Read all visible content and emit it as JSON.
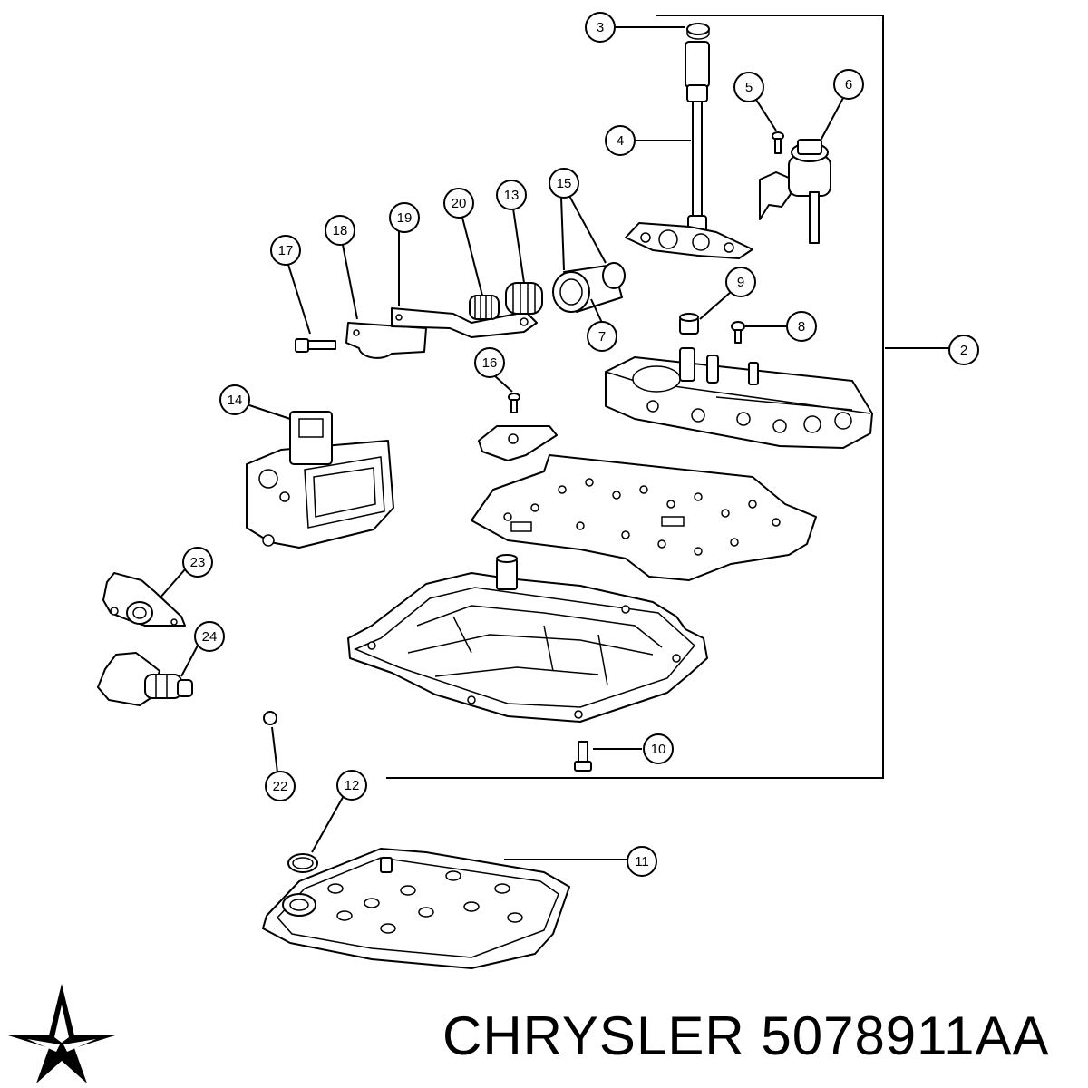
{
  "callouts": [
    {
      "id": "c3",
      "label": "3"
    },
    {
      "id": "c4",
      "label": "4"
    },
    {
      "id": "c5",
      "label": "5"
    },
    {
      "id": "c6",
      "label": "6"
    },
    {
      "id": "c20",
      "label": "20"
    },
    {
      "id": "c13",
      "label": "13"
    },
    {
      "id": "c15",
      "label": "15"
    },
    {
      "id": "c19",
      "label": "19"
    },
    {
      "id": "c18",
      "label": "18"
    },
    {
      "id": "c17",
      "label": "17"
    },
    {
      "id": "c9",
      "label": "9"
    },
    {
      "id": "c8",
      "label": "8"
    },
    {
      "id": "c7",
      "label": "7"
    },
    {
      "id": "c2",
      "label": "2"
    },
    {
      "id": "c16",
      "label": "16"
    },
    {
      "id": "c14",
      "label": "14"
    },
    {
      "id": "c23",
      "label": "23"
    },
    {
      "id": "c24",
      "label": "24"
    },
    {
      "id": "c10",
      "label": "10"
    },
    {
      "id": "c22",
      "label": "22"
    },
    {
      "id": "c12",
      "label": "12"
    },
    {
      "id": "c11",
      "label": "11"
    }
  ],
  "brand": {
    "text": "CHRYSLER 5078911AA",
    "logo": "chrysler-pentastar-logo"
  }
}
